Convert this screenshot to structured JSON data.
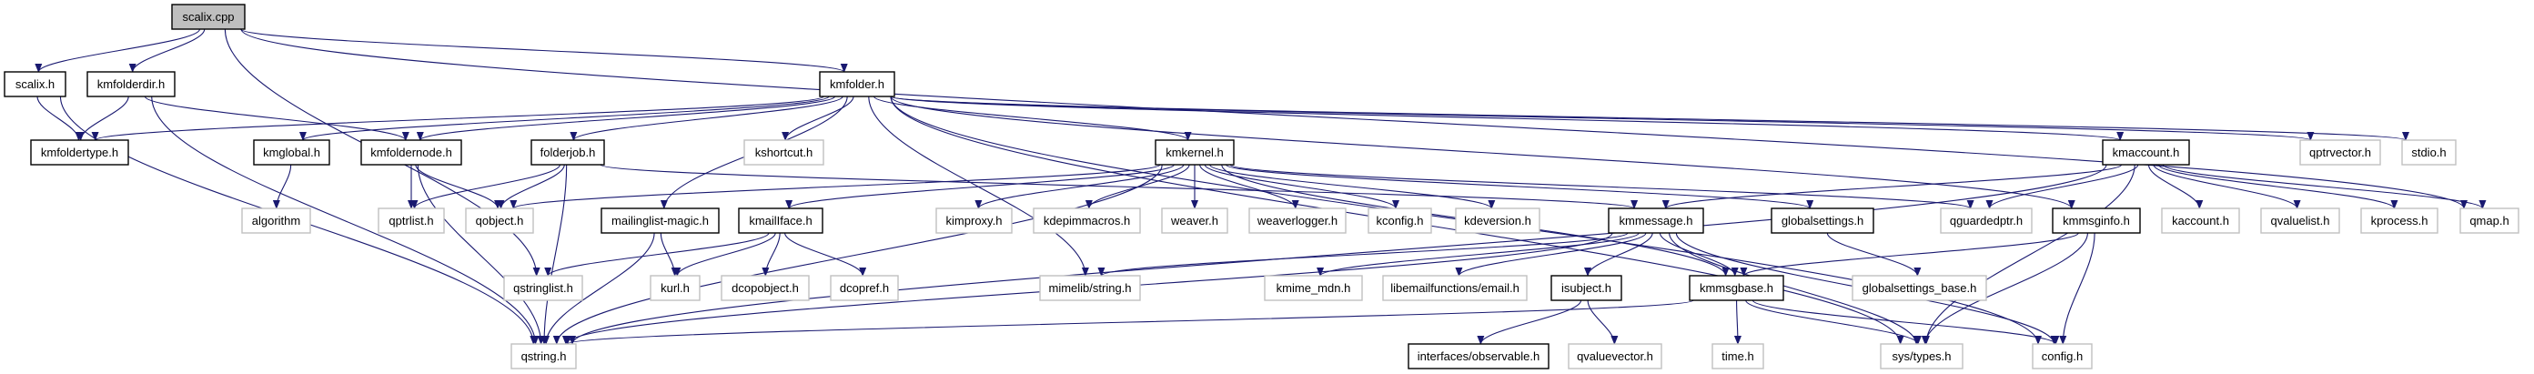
{
  "diagram": {
    "title": "scalix.cpp include dependency graph",
    "edge_color": "#191970",
    "root_fill": "#bfbfbf",
    "documented_border": "#000000",
    "external_border": "#c0c0c0",
    "nodes": [
      {
        "id": "scalix_cpp",
        "label": "scalix.cpp",
        "kind": "root"
      },
      {
        "id": "scalix_h",
        "label": "scalix.h",
        "kind": "doc"
      },
      {
        "id": "kmfolderdir_h",
        "label": "kmfolderdir.h",
        "kind": "doc"
      },
      {
        "id": "kmfolder_h",
        "label": "kmfolder.h",
        "kind": "doc"
      },
      {
        "id": "kmfoldertype_h",
        "label": "kmfoldertype.h",
        "kind": "doc"
      },
      {
        "id": "kmglobal_h",
        "label": "kmglobal.h",
        "kind": "doc"
      },
      {
        "id": "kmfoldernode_h",
        "label": "kmfoldernode.h",
        "kind": "doc"
      },
      {
        "id": "folderjob_h",
        "label": "folderjob.h",
        "kind": "doc"
      },
      {
        "id": "kshortcut_h",
        "label": "kshortcut.h",
        "kind": "ext"
      },
      {
        "id": "kmkernel_h",
        "label": "kmkernel.h",
        "kind": "doc"
      },
      {
        "id": "kmaccount_h",
        "label": "kmaccount.h",
        "kind": "doc"
      },
      {
        "id": "qptrvector_h",
        "label": "qptrvector.h",
        "kind": "ext"
      },
      {
        "id": "stdio_h",
        "label": "stdio.h",
        "kind": "ext"
      },
      {
        "id": "algorithm",
        "label": "algorithm",
        "kind": "ext"
      },
      {
        "id": "qptrlist_h",
        "label": "qptrlist.h",
        "kind": "ext"
      },
      {
        "id": "qobject_h",
        "label": "qobject.h",
        "kind": "ext"
      },
      {
        "id": "mailinglist_magic_h",
        "label": "mailinglist-magic.h",
        "kind": "doc"
      },
      {
        "id": "kmailiface_h",
        "label": "kmailIface.h",
        "kind": "doc"
      },
      {
        "id": "kimproxy_h",
        "label": "kimproxy.h",
        "kind": "ext"
      },
      {
        "id": "kdepimmacros_h",
        "label": "kdepimmacros.h",
        "kind": "ext"
      },
      {
        "id": "weaver_h",
        "label": "weaver.h",
        "kind": "ext"
      },
      {
        "id": "weaverlogger_h",
        "label": "weaverlogger.h",
        "kind": "ext"
      },
      {
        "id": "kconfig_h",
        "label": "kconfig.h",
        "kind": "ext"
      },
      {
        "id": "kdeversion_h",
        "label": "kdeversion.h",
        "kind": "ext"
      },
      {
        "id": "kmmessage_h",
        "label": "kmmessage.h",
        "kind": "doc"
      },
      {
        "id": "globalsettings_h",
        "label": "globalsettings.h",
        "kind": "doc"
      },
      {
        "id": "qguardedptr_h",
        "label": "qguardedptr.h",
        "kind": "ext"
      },
      {
        "id": "kmmsginfo_h",
        "label": "kmmsginfo.h",
        "kind": "doc"
      },
      {
        "id": "kaccount_h",
        "label": "kaccount.h",
        "kind": "ext"
      },
      {
        "id": "qvaluelist_h",
        "label": "qvaluelist.h",
        "kind": "ext"
      },
      {
        "id": "kprocess_h",
        "label": "kprocess.h",
        "kind": "ext"
      },
      {
        "id": "qmap_h",
        "label": "qmap.h",
        "kind": "ext"
      },
      {
        "id": "qstringlist_h",
        "label": "qstringlist.h",
        "kind": "ext"
      },
      {
        "id": "kurl_h",
        "label": "kurl.h",
        "kind": "ext"
      },
      {
        "id": "dcopobject_h",
        "label": "dcopobject.h",
        "kind": "ext"
      },
      {
        "id": "dcopref_h",
        "label": "dcopref.h",
        "kind": "ext"
      },
      {
        "id": "mimelib_string_h",
        "label": "mimelib/string.h",
        "kind": "ext"
      },
      {
        "id": "kmime_mdn_h",
        "label": "kmime_mdn.h",
        "kind": "ext"
      },
      {
        "id": "libemailfunctions_email_h",
        "label": "libemailfunctions/email.h",
        "kind": "ext"
      },
      {
        "id": "isubject_h",
        "label": "isubject.h",
        "kind": "doc"
      },
      {
        "id": "kmmsgbase_h",
        "label": "kmmsgbase.h",
        "kind": "doc"
      },
      {
        "id": "globalsettings_base_h",
        "label": "globalsettings_base.h",
        "kind": "ext"
      },
      {
        "id": "qstring_h",
        "label": "qstring.h",
        "kind": "ext"
      },
      {
        "id": "interfaces_observable_h",
        "label": "interfaces/observable.h",
        "kind": "doc"
      },
      {
        "id": "qvaluevector_h",
        "label": "qvaluevector.h",
        "kind": "ext"
      },
      {
        "id": "time_h",
        "label": "time.h",
        "kind": "ext"
      },
      {
        "id": "sys_types_h",
        "label": "sys/types.h",
        "kind": "ext"
      },
      {
        "id": "config_h",
        "label": "config.h",
        "kind": "ext"
      }
    ],
    "edges": [
      [
        "scalix_cpp",
        "scalix_h"
      ],
      [
        "scalix_cpp",
        "kmfolderdir_h"
      ],
      [
        "scalix_cpp",
        "kmfolder_h"
      ],
      [
        "scalix_cpp",
        "qstringlist_h"
      ],
      [
        "scalix_cpp",
        "qmap_h"
      ],
      [
        "scalix_h",
        "kmfoldertype_h"
      ],
      [
        "scalix_h",
        "qstring_h"
      ],
      [
        "kmfolderdir_h",
        "kmfoldertype_h"
      ],
      [
        "kmfolderdir_h",
        "kmfoldernode_h"
      ],
      [
        "kmfolderdir_h",
        "qstring_h"
      ],
      [
        "kmfolder_h",
        "kmfoldertype_h"
      ],
      [
        "kmfolder_h",
        "kmglobal_h"
      ],
      [
        "kmfolder_h",
        "kmfoldernode_h"
      ],
      [
        "kmfolder_h",
        "folderjob_h"
      ],
      [
        "kmfolder_h",
        "kshortcut_h"
      ],
      [
        "kmfolder_h",
        "kmkernel_h"
      ],
      [
        "kmfolder_h",
        "kmaccount_h"
      ],
      [
        "kmfolder_h",
        "qptrvector_h"
      ],
      [
        "kmfolder_h",
        "stdio_h"
      ],
      [
        "kmfolder_h",
        "mailinglist_magic_h"
      ],
      [
        "kmfolder_h",
        "mimelib_string_h"
      ],
      [
        "kmfolder_h",
        "kmmsginfo_h"
      ],
      [
        "kmfolder_h",
        "config_h"
      ],
      [
        "kmfolder_h",
        "sys_types_h"
      ],
      [
        "kmglobal_h",
        "algorithm"
      ],
      [
        "kmfoldernode_h",
        "qptrlist_h"
      ],
      [
        "kmfoldernode_h",
        "qobject_h"
      ],
      [
        "kmfoldernode_h",
        "qstring_h"
      ],
      [
        "folderjob_h",
        "qptrlist_h"
      ],
      [
        "folderjob_h",
        "qobject_h"
      ],
      [
        "folderjob_h",
        "qstring_h"
      ],
      [
        "folderjob_h",
        "kmmessage_h"
      ],
      [
        "kmkernel_h",
        "qobject_h"
      ],
      [
        "kmkernel_h",
        "kmailiface_h"
      ],
      [
        "kmkernel_h",
        "kimproxy_h"
      ],
      [
        "kmkernel_h",
        "kdepimmacros_h"
      ],
      [
        "kmkernel_h",
        "weaver_h"
      ],
      [
        "kmkernel_h",
        "weaverlogger_h"
      ],
      [
        "kmkernel_h",
        "kconfig_h"
      ],
      [
        "kmkernel_h",
        "kdeversion_h"
      ],
      [
        "kmkernel_h",
        "globalsettings_h"
      ],
      [
        "kmkernel_h",
        "qguardedptr_h"
      ],
      [
        "kmkernel_h",
        "kmmsgbase_h"
      ],
      [
        "kmkernel_h",
        "qstring_h"
      ],
      [
        "kmaccount_h",
        "kmmessage_h"
      ],
      [
        "kmaccount_h",
        "qguardedptr_h"
      ],
      [
        "kmaccount_h",
        "kaccount_h"
      ],
      [
        "kmaccount_h",
        "qvaluelist_h"
      ],
      [
        "kmaccount_h",
        "kprocess_h"
      ],
      [
        "kmaccount_h",
        "qmap_h"
      ],
      [
        "kmaccount_h",
        "qstring_h"
      ],
      [
        "kmaccount_h",
        "sys_types_h"
      ],
      [
        "mailinglist_magic_h",
        "kurl_h"
      ],
      [
        "mailinglist_magic_h",
        "qstring_h"
      ],
      [
        "kmailiface_h",
        "qstringlist_h"
      ],
      [
        "kmailiface_h",
        "kurl_h"
      ],
      [
        "kmailiface_h",
        "dcopobject_h"
      ],
      [
        "kmailiface_h",
        "dcopref_h"
      ],
      [
        "kmmessage_h",
        "mimelib_string_h"
      ],
      [
        "kmmessage_h",
        "kmime_mdn_h"
      ],
      [
        "kmmessage_h",
        "libemailfunctions_email_h"
      ],
      [
        "kmmessage_h",
        "isubject_h"
      ],
      [
        "kmmessage_h",
        "kmmsgbase_h"
      ],
      [
        "kmmessage_h",
        "sys_types_h"
      ],
      [
        "kmmessage_h",
        "config_h"
      ],
      [
        "kmmessage_h",
        "qstring_h"
      ],
      [
        "globalsettings_h",
        "globalsettings_base_h"
      ],
      [
        "kmmsginfo_h",
        "kmmsgbase_h"
      ],
      [
        "kmmsginfo_h",
        "sys_types_h"
      ],
      [
        "kmmsginfo_h",
        "config_h"
      ],
      [
        "isubject_h",
        "interfaces_observable_h"
      ],
      [
        "isubject_h",
        "qvaluevector_h"
      ],
      [
        "kmmsgbase_h",
        "qstring_h"
      ],
      [
        "kmmsgbase_h",
        "time_h"
      ],
      [
        "kmmsgbase_h",
        "sys_types_h"
      ],
      [
        "kmmsgbase_h",
        "config_h"
      ]
    ]
  }
}
